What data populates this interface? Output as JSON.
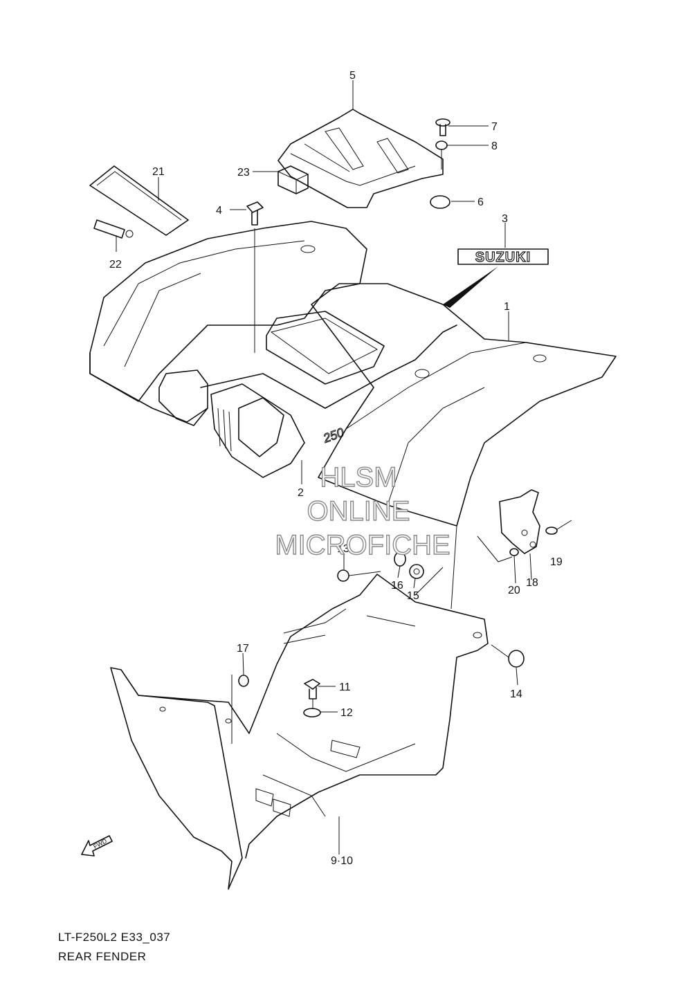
{
  "diagram": {
    "callouts": [
      {
        "id": "c1",
        "text": "1"
      },
      {
        "id": "c2",
        "text": "2"
      },
      {
        "id": "c3",
        "text": "3"
      },
      {
        "id": "c4",
        "text": "4"
      },
      {
        "id": "c5",
        "text": "5"
      },
      {
        "id": "c6",
        "text": "6"
      },
      {
        "id": "c7",
        "text": "7"
      },
      {
        "id": "c8",
        "text": "8"
      },
      {
        "id": "c9",
        "text": "9·10"
      },
      {
        "id": "c11",
        "text": "11"
      },
      {
        "id": "c12",
        "text": "12"
      },
      {
        "id": "c13",
        "text": "13"
      },
      {
        "id": "c14",
        "text": "14"
      },
      {
        "id": "c15",
        "text": "15"
      },
      {
        "id": "c16",
        "text": "16"
      },
      {
        "id": "c17",
        "text": "17"
      },
      {
        "id": "c18",
        "text": "18"
      },
      {
        "id": "c19",
        "text": "19"
      },
      {
        "id": "c20",
        "text": "20"
      },
      {
        "id": "c21",
        "text": "21"
      },
      {
        "id": "c22",
        "text": "22"
      },
      {
        "id": "c23",
        "text": "23"
      }
    ],
    "emblem_text": "SUZUKI",
    "fender_mark_text": "250",
    "fwd_arrow_text": "FWD",
    "watermark": {
      "line1": "HLSM",
      "line2": "ONLINE",
      "line3": "MICROFICHE"
    },
    "caption": {
      "model_code": "LT-F250L2 E33_037",
      "title": "REAR FENDER"
    }
  }
}
